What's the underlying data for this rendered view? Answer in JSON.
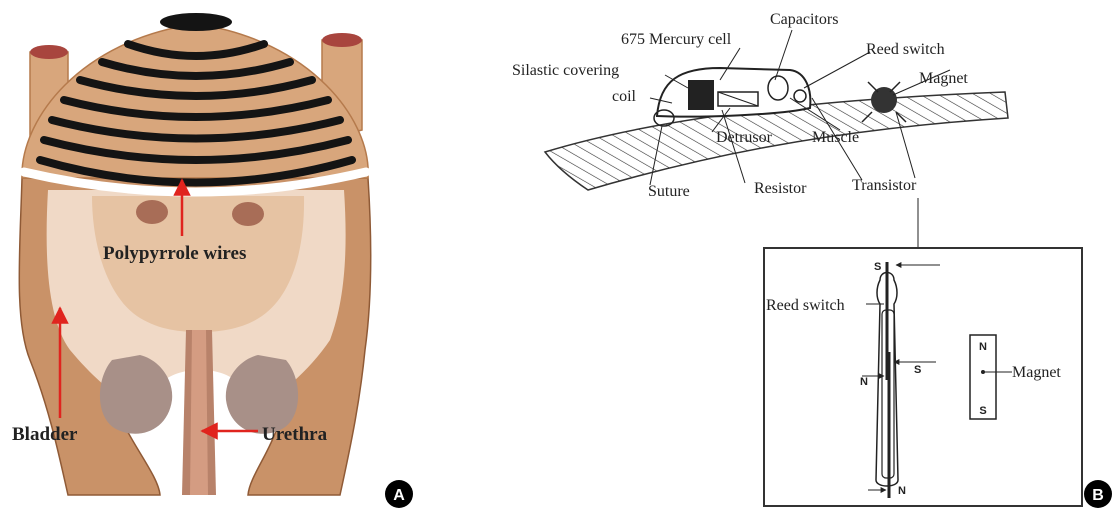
{
  "panel_a": {
    "badge": "A",
    "labels": {
      "polypyrrole": "Polypyrrole wires",
      "bladder": "Bladder",
      "urethra": "Urethra"
    },
    "colors": {
      "tissue": "#d8a67c",
      "tissue_dark": "#b57a4c",
      "lumen": "#f0d9c6",
      "wire": "#141414",
      "arrow": "#e0241e",
      "cap": "#a8453e",
      "inner": "#a89088"
    }
  },
  "panel_b": {
    "badge": "B",
    "labels": {
      "capacitors": "Capacitors",
      "mercury": "675 Mercury cell",
      "reed_switch": "Reed switch",
      "silastic": "Silastic covering",
      "magnet": "Magnet",
      "coil": "coil",
      "detrusor": "Detrusor",
      "muscle": "Muscle",
      "suture": "Suture",
      "resistor": "Resistor",
      "transistor": "Transistor"
    },
    "inset": {
      "reed_switch": "Reed switch",
      "magnet": "Magnet",
      "pole_s_top": "S",
      "pole_n_left": "N",
      "pole_s_right": "S",
      "pole_n_bottom": "N",
      "magnet_n": "N",
      "magnet_s": "S"
    }
  }
}
